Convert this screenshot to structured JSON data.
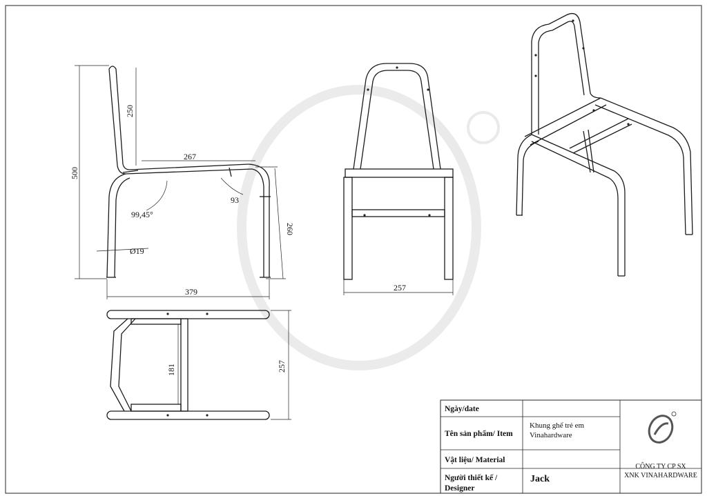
{
  "dimensions": {
    "side_height": "500",
    "back_height": "250",
    "seat_depth": "267",
    "seat_angle": "99,45°",
    "leg_angle": "93",
    "front_height": "260",
    "tube_diameter": "Ø19",
    "base_depth": "379",
    "front_width": "257",
    "top_inner": "181",
    "top_width": "257"
  },
  "title_block": {
    "date_label": "Ngày/date",
    "date_value": "",
    "item_label": "Tên sản phẩm/ Item",
    "item_value_line1": "Khung ghế trẻ em",
    "item_value_line2": "Vinahardware",
    "material_label": "Vật liệu/ Material",
    "material_value": "",
    "designer_label_line1": "Người thiết kế /",
    "designer_label_line2": "Designer",
    "designer_value": "Jack",
    "company_line1": "CÔNG TY CP SX",
    "company_line2": "XNK VINAHARDWARE"
  },
  "logo": {
    "name": "vinahardware-logo",
    "color": "#555555"
  }
}
